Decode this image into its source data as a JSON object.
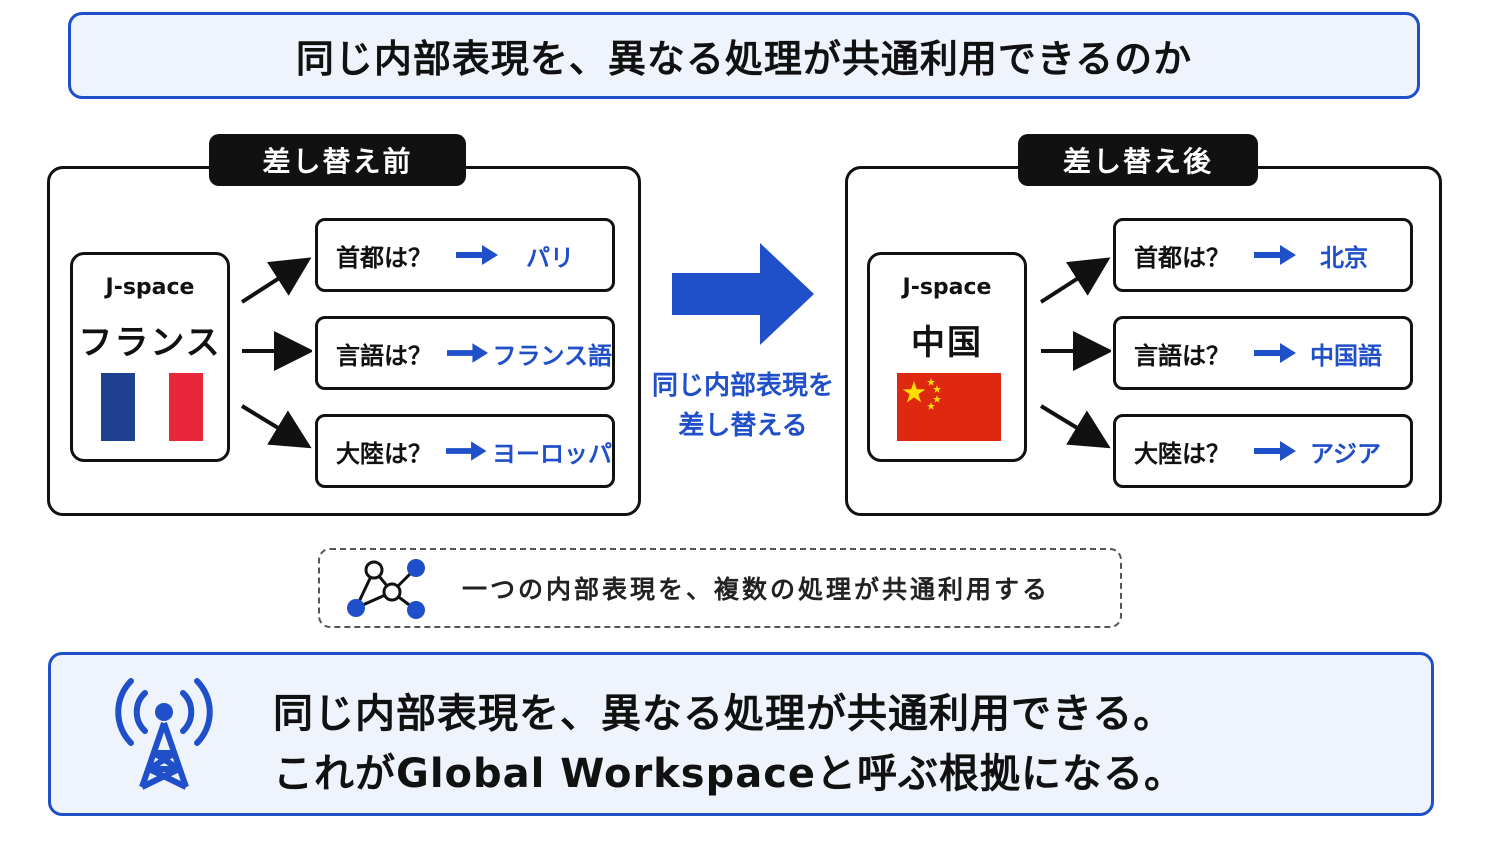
{
  "title": "同じ内部表現を、異なる処理が共通利用できるのか",
  "before": {
    "label": "差し替え前",
    "jspace": "J-space",
    "country": "フランス",
    "rows": [
      {
        "question": "首都は？",
        "answer": "パリ"
      },
      {
        "question": "言語は？",
        "answer": "フランス語"
      },
      {
        "question": "大陸は？",
        "answer": "ヨーロッパ"
      }
    ]
  },
  "after": {
    "label": "差し替え後",
    "jspace": "J-space",
    "country": "中国",
    "rows": [
      {
        "question": "首都は？",
        "answer": "北京"
      },
      {
        "question": "言語は？",
        "answer": "中国語"
      },
      {
        "question": "大陸は？",
        "answer": "アジア"
      }
    ]
  },
  "middle": {
    "line1": "同じ内部表現を",
    "line2": "差し替える"
  },
  "note": "一つの内部表現を、複数の処理が共通利用する",
  "conclusion": {
    "line1": "同じ内部表現を、異なる処理が共通利用できる。",
    "line2": "これがGlobal Workspaceと呼ぶ根拠になる。"
  },
  "icons": {
    "note_icon": "network-graph-icon",
    "conclusion_icon": "broadcast-tower-icon"
  },
  "colors": {
    "accent": "#1f4fc9",
    "accent_bg": "#eef3fc",
    "france_blue": "#1f3f8f",
    "france_red": "#e8283a",
    "china_red": "#de2910",
    "china_star": "#ffde00"
  }
}
